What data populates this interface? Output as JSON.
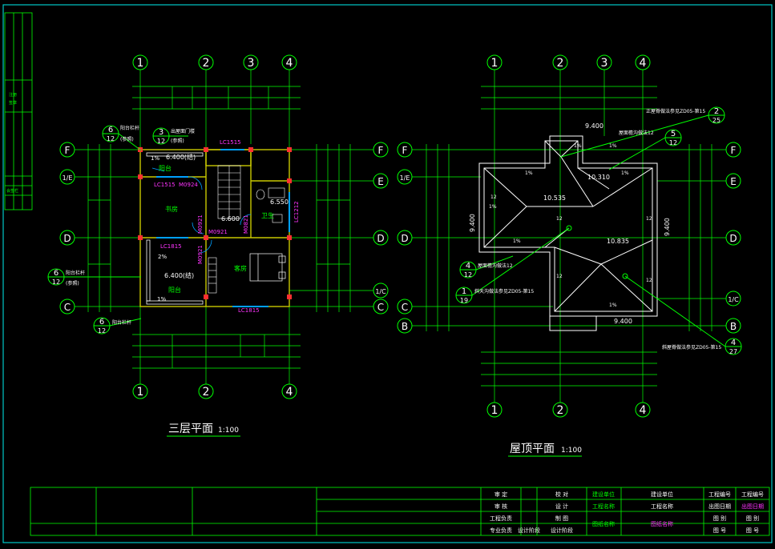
{
  "colors": {
    "background": "#000000",
    "frame": "#00c8c8",
    "line": "#00ff00",
    "wall": "#c8c800",
    "label": "#ffffff",
    "magenta": "#ff33ff",
    "red": "#ff3030"
  },
  "grid_axes": {
    "columns": [
      "1",
      "2",
      "3",
      "4"
    ],
    "rows_left": [
      "F",
      "1/E",
      "D",
      "C"
    ],
    "rows_right": [
      "F",
      "E",
      "D",
      "1/C",
      "C"
    ],
    "roof_rows_left": [
      "F",
      "1/E",
      "D",
      "C",
      "B"
    ],
    "roof_rows_right": [
      "F",
      "E",
      "D",
      "1/C",
      "B"
    ]
  },
  "third_floor": {
    "title": "三层平面",
    "scale": "1:100",
    "rooms": {
      "study": "书房",
      "bath": "卫生",
      "guest": "客房",
      "balcony_top": "阳台",
      "balcony_bottom": "阳台"
    },
    "windows": {
      "w1": "LC1515",
      "w2": "LC1515",
      "w3": "LC1815",
      "w4": "LC1815",
      "w5": "LC1212"
    },
    "doors": {
      "d1": "M0924",
      "d2": "M0921",
      "d3": "M0921",
      "d4": "M0821",
      "d5": "M0921"
    },
    "elevations": {
      "balcony_top": "6.400(结)",
      "balcony_bottom": "6.400(结)",
      "stair": "6.600",
      "bath": "6.550"
    },
    "slopes": {
      "s1": "1%",
      "s2": "2%",
      "s3": "1%"
    },
    "callouts": {
      "c1": {
        "num": "6",
        "sheet": "12",
        "note": "阳台栏杆",
        "sub": "(参照)"
      },
      "c2": {
        "num": "3",
        "sheet": "12",
        "note": "出屋面门楼",
        "sub": "(参照)"
      },
      "c3": {
        "num": "6",
        "sheet": "12",
        "note": "阳台栏杆",
        "sub": "(参照)"
      },
      "c4": {
        "num": "6",
        "sheet": "12",
        "note": "阳台栏杆",
        "sub": ""
      }
    }
  },
  "roof": {
    "title": "屋顶平面",
    "scale": "1:100",
    "elevations": {
      "e1": "9.400",
      "e2": "10.310",
      "e3": "10.535",
      "e4": "10.835",
      "e5": "9.400",
      "e6": "9.400",
      "e7": "9.400"
    },
    "slopes": [
      "1%",
      "1%",
      "1%",
      "1%",
      "1%",
      "1%",
      "1%"
    ],
    "ratios": [
      "12",
      "12",
      "12",
      "12",
      "12"
    ],
    "callouts": {
      "c1": {
        "num": "2",
        "sheet": "25",
        "note": "正屋脊做法参见ZD05-第15"
      },
      "c2": {
        "num": "5",
        "sheet": "12",
        "note": "屋面檐沟做法12"
      },
      "c3": {
        "num": "4",
        "sheet": "12",
        "note": "屋面檐沟做法12"
      },
      "c4": {
        "num": "1",
        "sheet": "19",
        "note": "斜天沟做法参见ZD05-第15"
      },
      "c5": {
        "num": "4",
        "sheet": "27",
        "note": "斜屋脊做法参见ZD05-第15"
      }
    }
  },
  "title_block": {
    "r1": [
      "审 定",
      "校 对",
      "建设单位",
      "建设单位",
      "工程编号",
      "工程编号"
    ],
    "r2": [
      "审 核",
      "设 计",
      "工程名称",
      "工程名称",
      "出图日期",
      "出图日期"
    ],
    "r3": [
      "工程负责",
      "制 图",
      "图纸名称",
      "图纸名称",
      "图 别",
      "图 别"
    ],
    "r4": [
      "专业负责",
      "设计阶段",
      "设计阶段",
      "图 号",
      "图 号"
    ],
    "side_notes": [
      "注册",
      "签章",
      "会签栏"
    ]
  }
}
